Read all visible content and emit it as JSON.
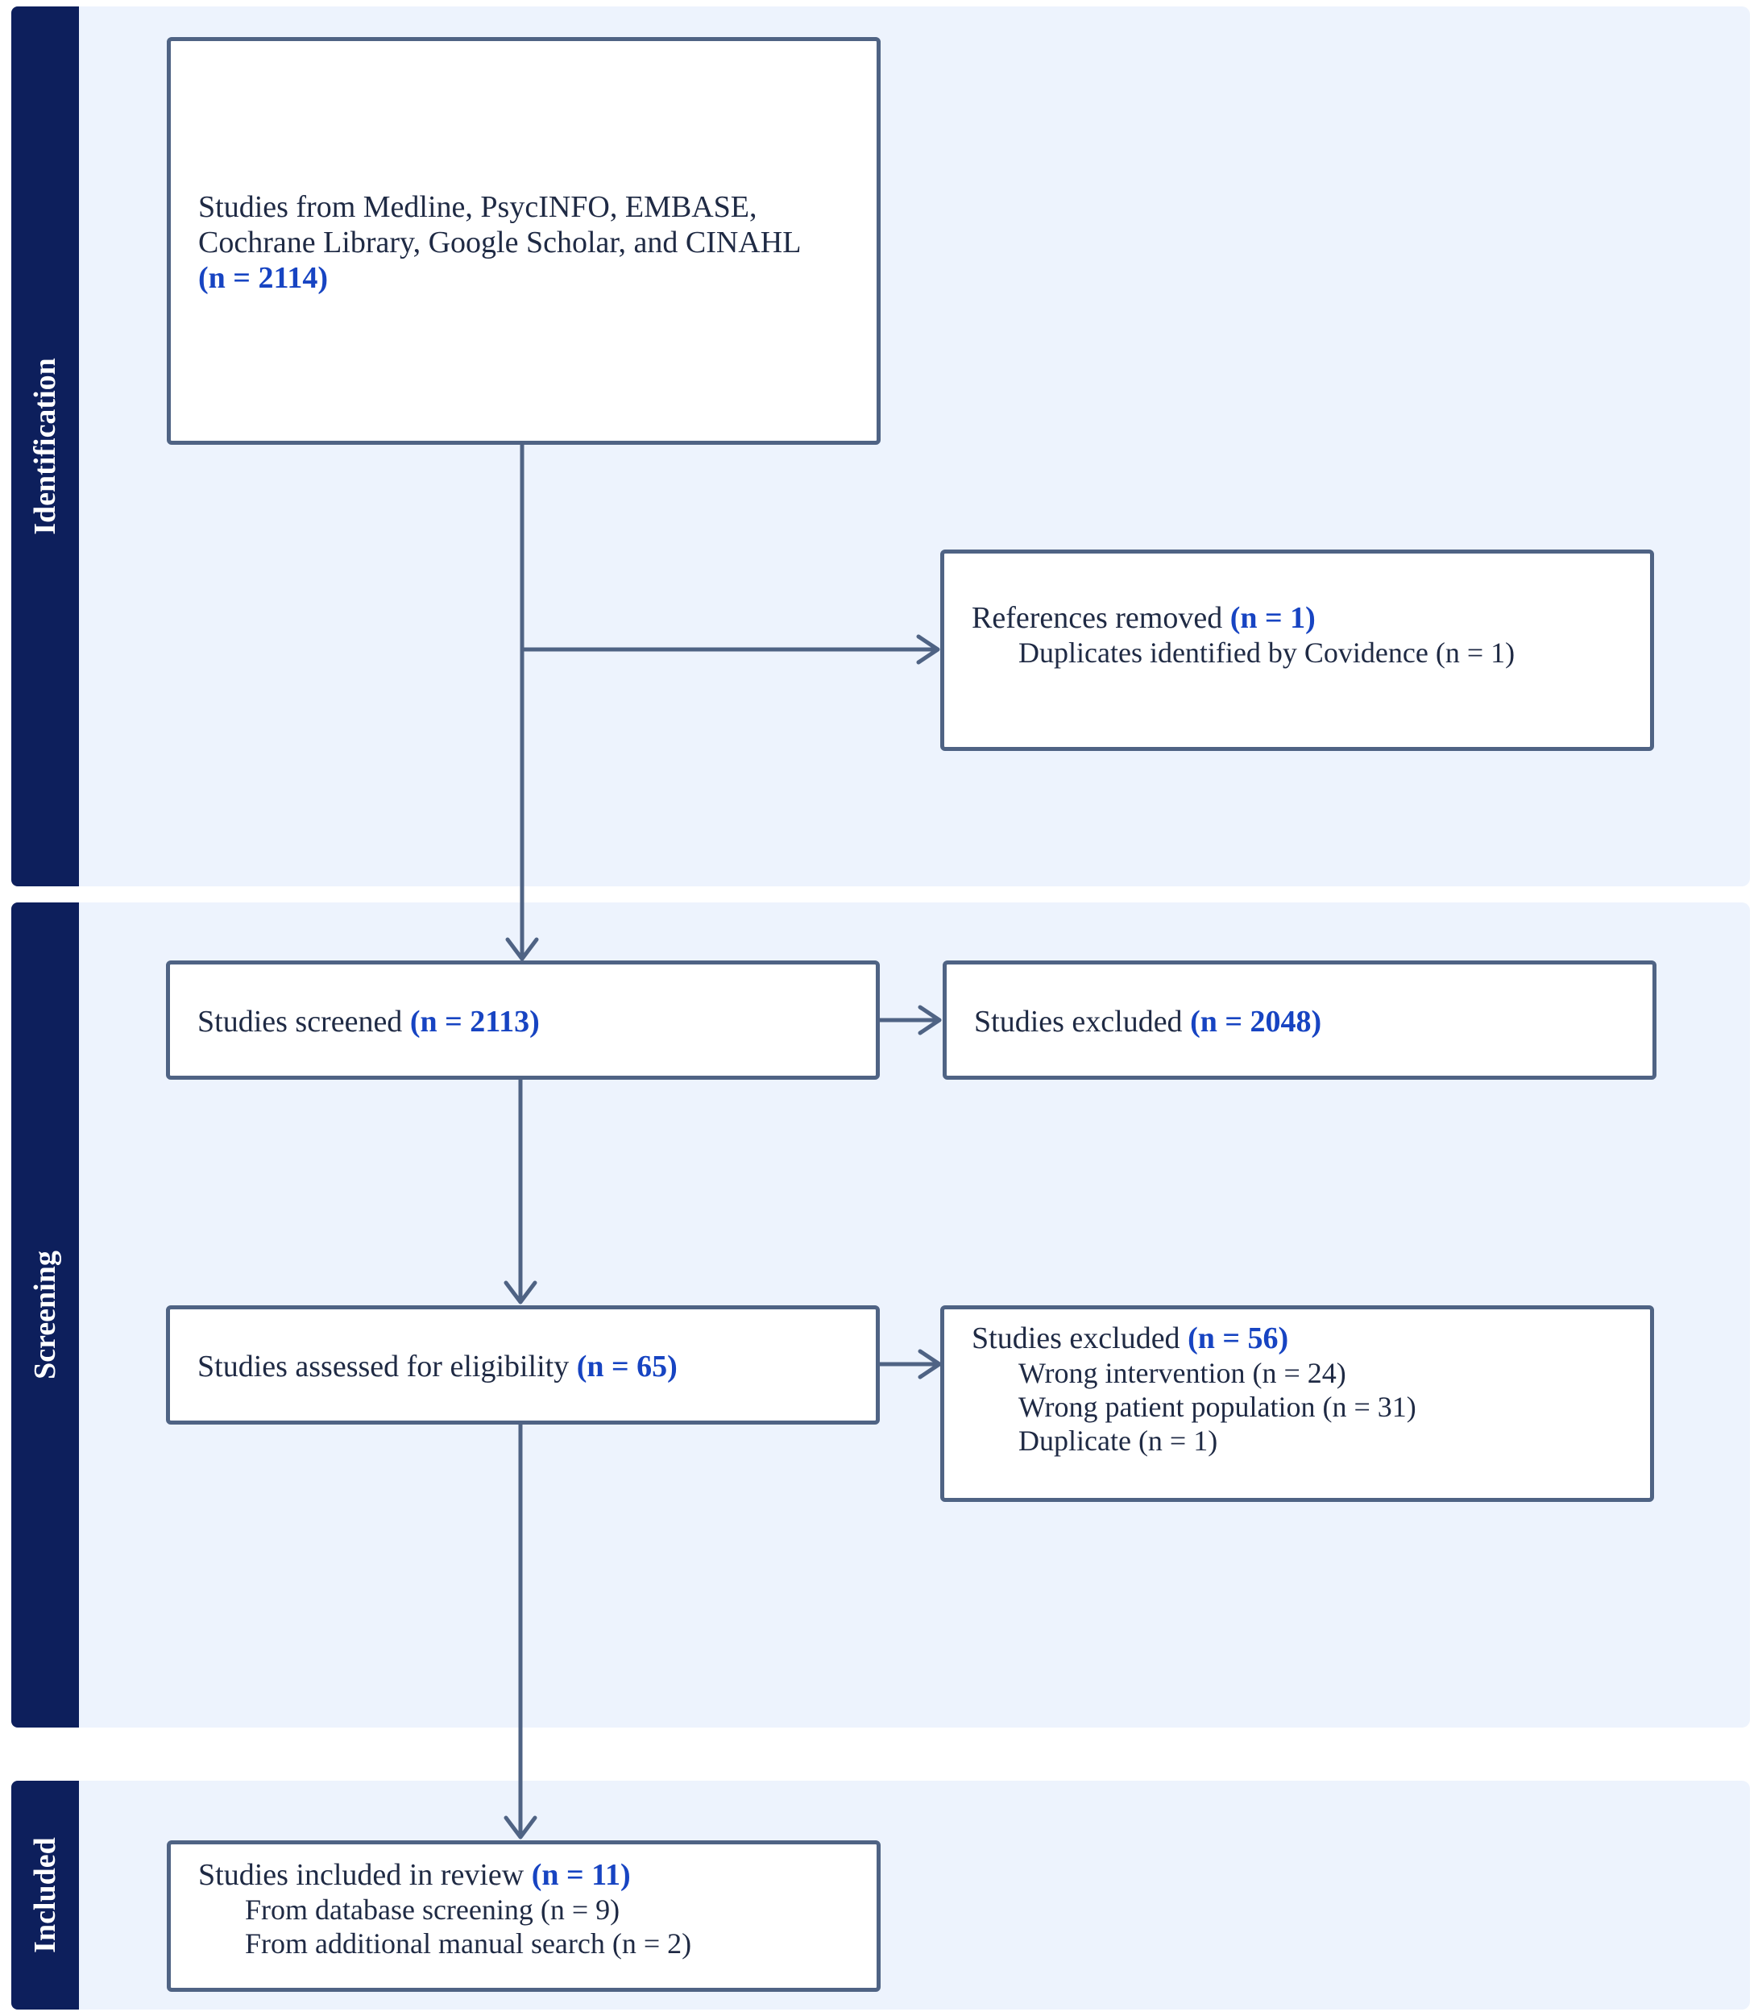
{
  "phases": {
    "identification": "Identification",
    "screening": "Screening",
    "included": "Included"
  },
  "boxes": {
    "sources": {
      "line1": "Studies from Medline, PsycINFO, EMBASE,",
      "line2": "Cochrane Library, Google Scholar, and CINAHL",
      "count": "(n = 2114)"
    },
    "removed": {
      "label": "References removed",
      "count": "(n = 1)",
      "items": [
        "Duplicates identified by Covidence (n = 1)"
      ]
    },
    "screened": {
      "label": "Studies screened",
      "count": "(n = 2113)"
    },
    "excluded_screening": {
      "label": "Studies excluded",
      "count": "(n = 2048)"
    },
    "eligibility": {
      "label": "Studies assessed for eligibility",
      "count": "(n = 65)"
    },
    "excluded_eligibility": {
      "label": "Studies excluded",
      "count": "(n = 56)",
      "items": [
        "Wrong intervention (n = 24)",
        "Wrong patient population (n = 31)",
        "Duplicate (n = 1)"
      ]
    },
    "included": {
      "label": "Studies included in review",
      "count": "(n = 11)",
      "items": [
        "From database screening (n = 9)",
        "From additional manual search (n = 2)"
      ]
    }
  },
  "colors": {
    "band": "#0d1f5c",
    "panel": "#edf3fd",
    "box_border": "#4f6384",
    "count_text": "#1744c2"
  }
}
